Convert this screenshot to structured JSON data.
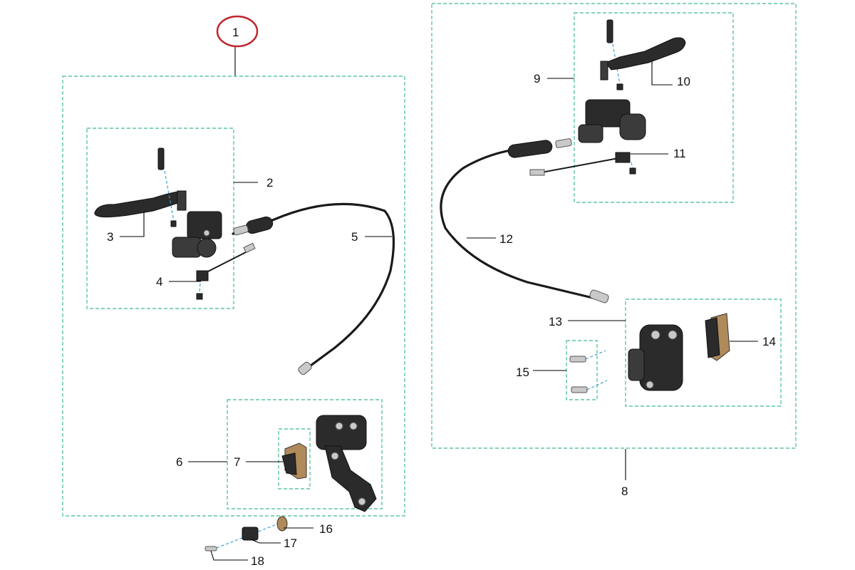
{
  "callouts": [
    "1",
    "2",
    "3",
    "4",
    "5",
    "6",
    "7",
    "8",
    "9",
    "10",
    "11",
    "12",
    "13",
    "14",
    "15",
    "16",
    "17",
    "18"
  ],
  "colors": {
    "callout_circle": "#c0262d",
    "group_box": "#5cc6a0",
    "part_dark": "#2b2b2b",
    "axis_line": "#3aa0d8"
  }
}
